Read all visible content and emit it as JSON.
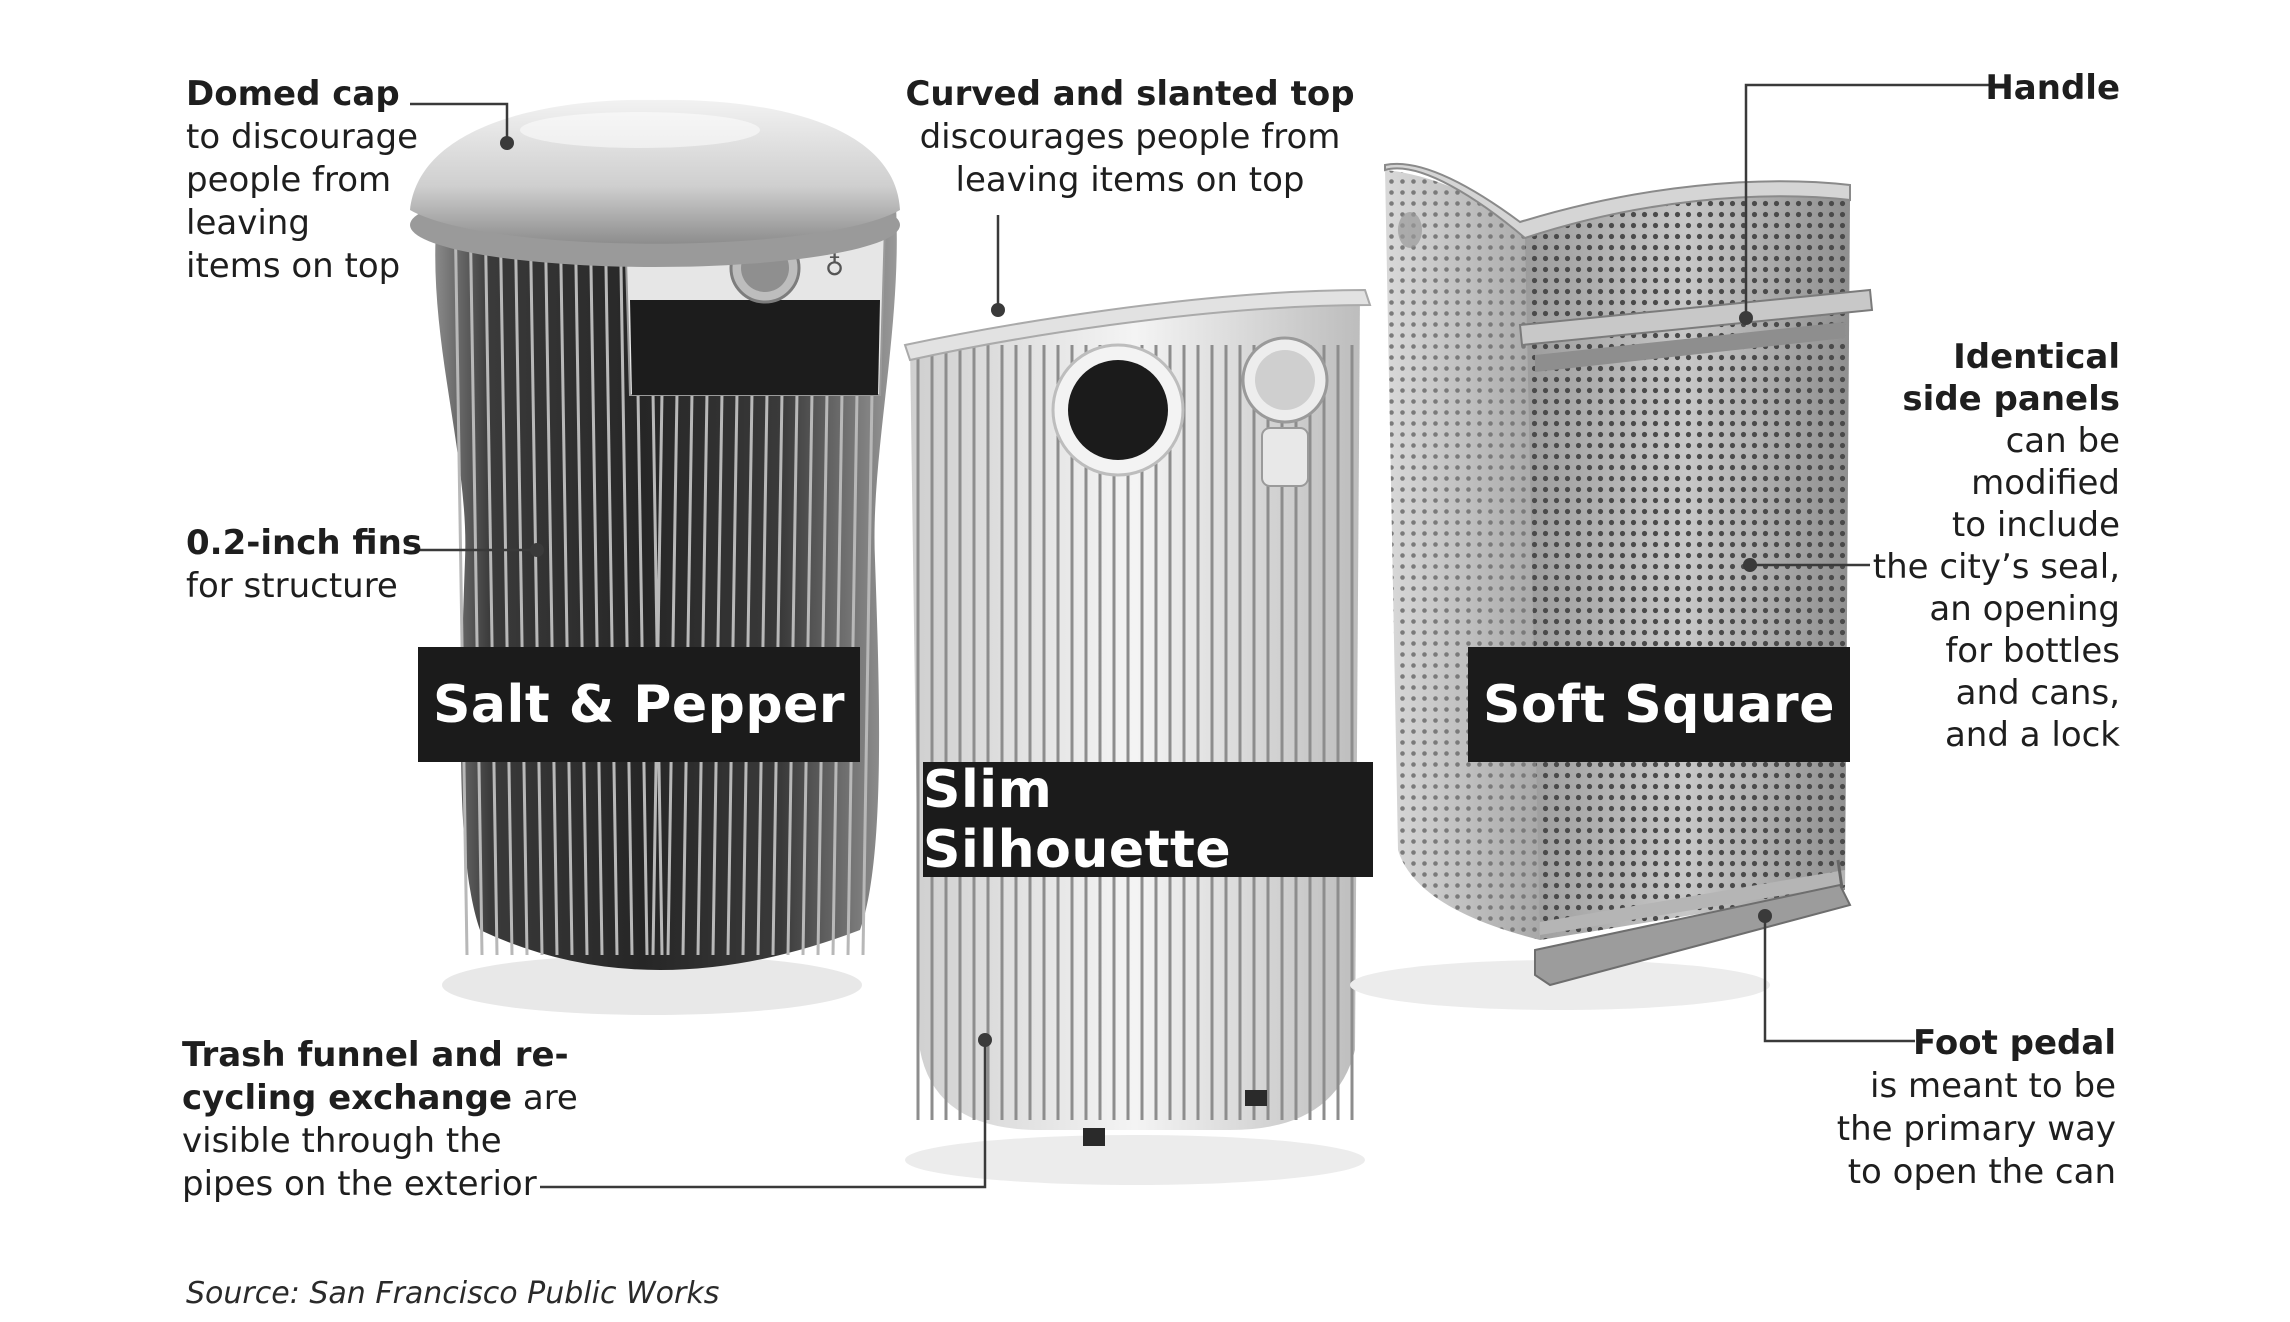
{
  "colors": {
    "dark_can": "#2a2a2a",
    "silver": "#c9c9c9",
    "label_bg": "#1b1b1b",
    "label_text": "#ffffff",
    "leader": "#3a3a3a"
  },
  "products": {
    "salt_pepper": "Salt & Pepper",
    "slim_silhouette": "Slim Silhouette",
    "soft_square": "Soft Square"
  },
  "annotations": {
    "domed_cap": {
      "bold": "Domed cap",
      "rest": [
        "to discourage",
        "people from",
        "leaving",
        "items on top"
      ]
    },
    "fins": {
      "bold": "0.2-inch fins",
      "rest": [
        "for structure"
      ]
    },
    "curved_top": {
      "bold": "Curved and slanted top",
      "rest": [
        "discourages people from",
        "leaving items on top"
      ]
    },
    "handle": {
      "bold": "Handle"
    },
    "side_panels": {
      "bold1": "Identical",
      "bold2": "side panels",
      "rest": [
        "can be",
        "modified",
        "to include",
        "the city’s seal,",
        "an opening",
        "for bottles",
        "and cans,",
        "and a lock"
      ]
    },
    "trash_funnel": {
      "bold1": "Trash funnel and re-",
      "bold2": "cycling exchange",
      "after_bold2": " are",
      "rest": [
        "visible through the",
        "pipes on the exterior"
      ]
    },
    "foot_pedal": {
      "bold": "Foot pedal",
      "rest": [
        "is meant to be",
        "the primary way",
        "to open the can"
      ]
    }
  },
  "source": "Source: San Francisco Public Works"
}
